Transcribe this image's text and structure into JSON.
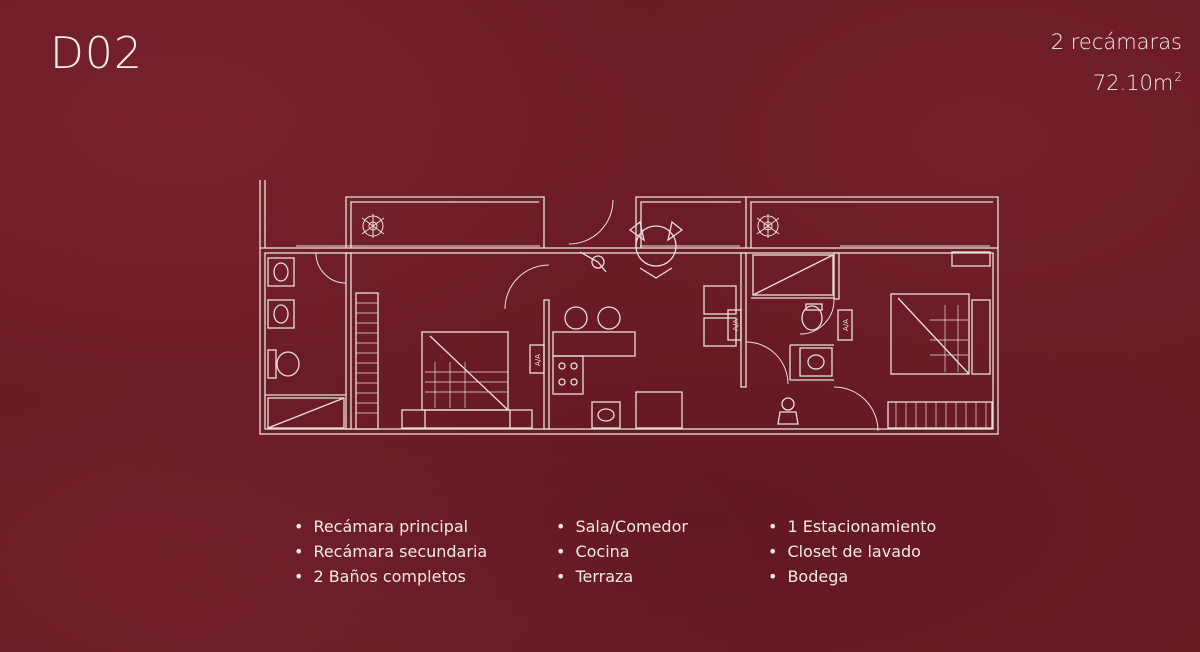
{
  "unit": {
    "code": "D02",
    "bedrooms": "2 recámaras",
    "area_value": "72.10m",
    "area_unit_sup": "2"
  },
  "plan": {
    "ac_label": "A/A"
  },
  "features": {
    "col1": [
      "Recámara principal",
      "Recámara secundaria",
      "2 Baños completos"
    ],
    "col2": [
      "Sala/Comedor",
      "Cocina",
      "Terraza"
    ],
    "col3": [
      "1 Estacionamiento",
      "Closet de lavado",
      "Bodega"
    ]
  },
  "colors": {
    "background": "#6a1b26",
    "line": "#e9dfdb",
    "text": "#f3ece8"
  }
}
